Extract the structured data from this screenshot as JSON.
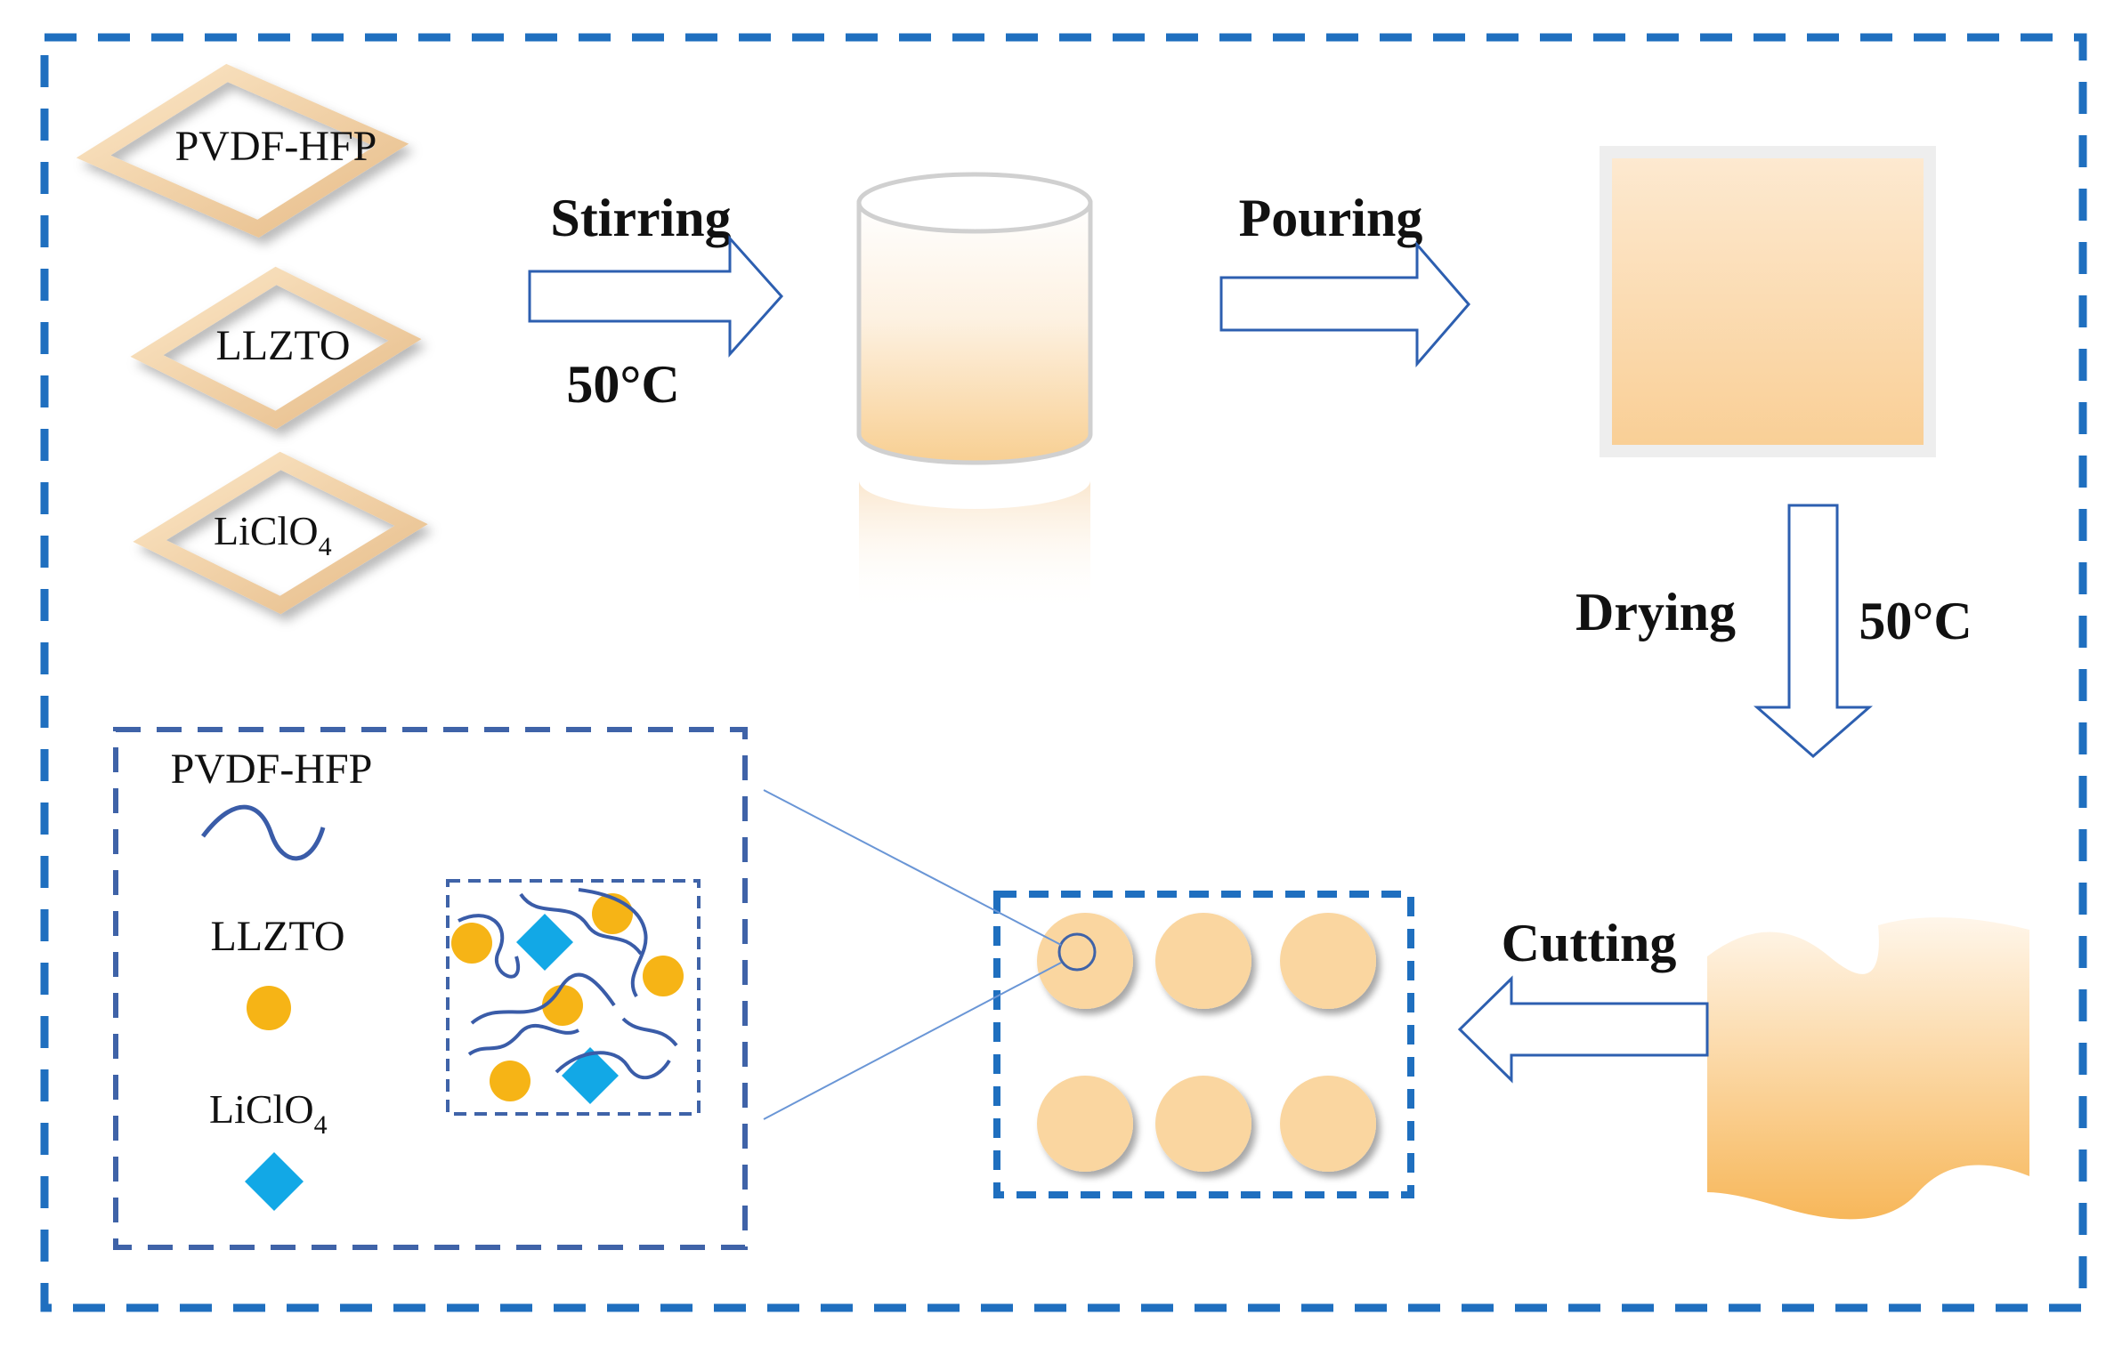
{
  "materials": {
    "pvdf": "PVDF-HFP",
    "llzto": "LLZTO",
    "liclo4_main": "LiClO",
    "liclo4_sub": "4"
  },
  "steps": {
    "stirring": "Stirring",
    "stirring_temp": "50°C",
    "pouring": "Pouring",
    "drying": "Drying",
    "drying_temp": "50°C",
    "cutting": "Cutting"
  },
  "legend": {
    "pvdf": "PVDF-HFP",
    "llzto": "LLZTO",
    "liclo4_main": "LiClO",
    "liclo4_sub": "4"
  },
  "colors": {
    "frame_blue": "#1f6fbf",
    "legend_border": "#3f63a8",
    "polymer_chain": "#3a5ca8",
    "llzto_particle": "#f6b416",
    "liclo4_particle": "#12a8e6",
    "electrolyte_orange": "#f9cf91",
    "disc_fill": "#fad6a0"
  }
}
